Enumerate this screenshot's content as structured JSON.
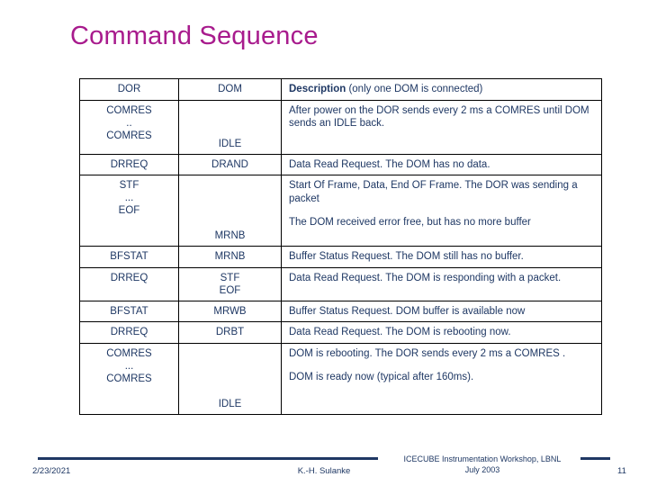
{
  "slide": {
    "title": "Command Sequence",
    "title_color": "#A81B8D",
    "text_color": "#1F3864"
  },
  "table": {
    "headers": {
      "dor": "DOR",
      "dom": "DOM",
      "description_strong": "Description",
      "description_note": " (only one DOM is connected)"
    },
    "rows": [
      {
        "dor_lines": [
          "COMRES",
          "..",
          "COMRES"
        ],
        "dom_lines": [
          "IDLE"
        ],
        "description": [
          "After power on the DOR sends every 2 ms a COMRES until DOM sends an IDLE back."
        ]
      },
      {
        "dor_lines": [
          "DRREQ"
        ],
        "dom_lines": [
          "DRAND"
        ],
        "description": [
          "Data Read Request. The DOM has no data."
        ]
      },
      {
        "dor_lines": [
          "STF",
          "...",
          "EOF"
        ],
        "dom_lines": [
          "MRNB"
        ],
        "description": [
          "Start Of Frame, Data, End OF Frame. The DOR was sending a packet",
          "The DOM received error free, but has no more buffer"
        ]
      },
      {
        "dor_lines": [
          "BFSTAT"
        ],
        "dom_lines": [
          "MRNB"
        ],
        "description": [
          "Buffer Status Request. The DOM still has no buffer."
        ]
      },
      {
        "dor_lines": [
          "DRREQ"
        ],
        "dom_lines": [
          "STF",
          "EOF"
        ],
        "description": [
          "Data Read Request. The DOM is responding with a packet."
        ]
      },
      {
        "dor_lines": [
          "BFSTAT"
        ],
        "dom_lines": [
          "MRWB"
        ],
        "description": [
          "Buffer Status Request. DOM buffer is available now"
        ]
      },
      {
        "dor_lines": [
          "DRREQ"
        ],
        "dom_lines": [
          "DRBT"
        ],
        "description": [
          "Data Read Request. The DOM is rebooting now."
        ]
      },
      {
        "dor_lines": [
          "COMRES",
          "...",
          "COMRES"
        ],
        "dom_lines": [
          "IDLE"
        ],
        "description": [
          "DOM is rebooting. The DOR sends every 2 ms a COMRES .",
          "DOM is ready now (typical after 160ms)."
        ]
      }
    ]
  },
  "footer": {
    "date": "2/23/2021",
    "author": "K.-H. Sulanke",
    "event_line1": "ICECUBE Instrumentation Workshop, LBNL",
    "event_line2": "July 2003",
    "page_number": "11"
  }
}
